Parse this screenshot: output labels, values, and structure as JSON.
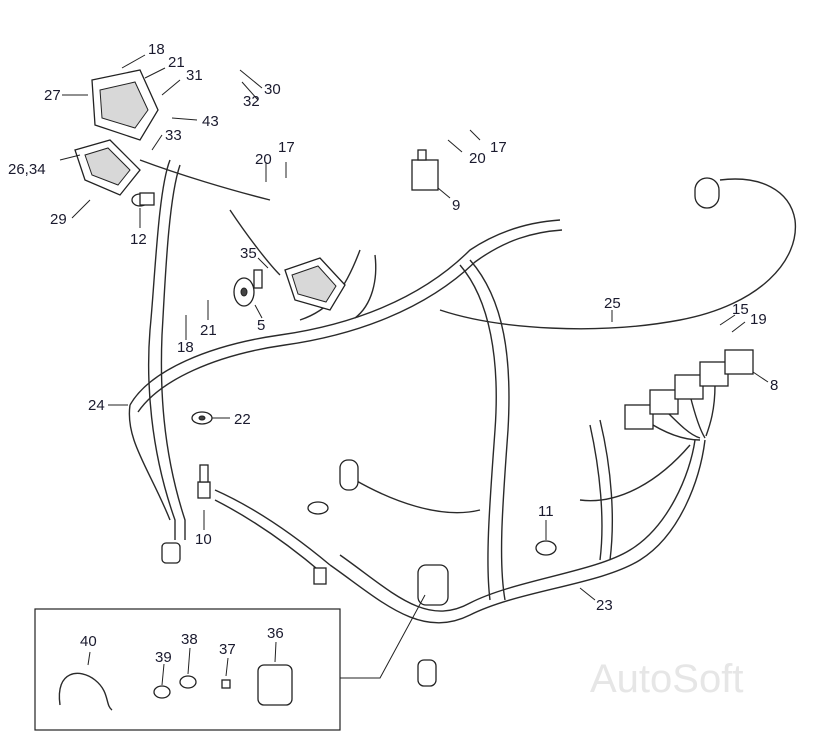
{
  "watermark": "AutoSoft",
  "callouts": {
    "p18a": "18",
    "p21a": "21",
    "p31": "31",
    "p30": "30",
    "p32": "32",
    "p27": "27",
    "p43": "43",
    "p33": "33",
    "p26_34": "26,34",
    "p29": "29",
    "p12": "12",
    "p20a": "20",
    "p17a": "17",
    "p17b": "17",
    "p20b": "20",
    "p9": "9",
    "p35": "35",
    "p5": "5",
    "p21b": "21",
    "p18b": "18",
    "p25": "25",
    "p15": "15",
    "p19": "19",
    "p8": "8",
    "p24": "24",
    "p22": "22",
    "p10": "10",
    "p11": "11",
    "p23": "23",
    "p40": "40",
    "p38": "38",
    "p39": "39",
    "p37": "37",
    "p36": "36"
  }
}
